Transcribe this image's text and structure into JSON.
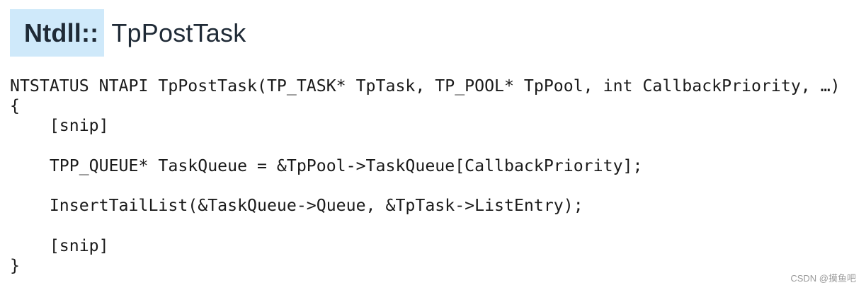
{
  "title": {
    "prefix": "Ntdll::",
    "name": "TpPostTask"
  },
  "code": {
    "lines": [
      "NTSTATUS NTAPI TpPostTask(TP_TASK* TpTask, TP_POOL* TpPool, int CallbackPriority, …)",
      "{",
      "    [snip]",
      "",
      "    TPP_QUEUE* TaskQueue = &TpPool->TaskQueue[CallbackPriority];",
      "",
      "    InsertTailList(&TaskQueue->Queue, &TpTask->ListEntry);",
      "",
      "    [snip]",
      "}"
    ]
  },
  "watermark": "CSDN @摸鱼吧"
}
